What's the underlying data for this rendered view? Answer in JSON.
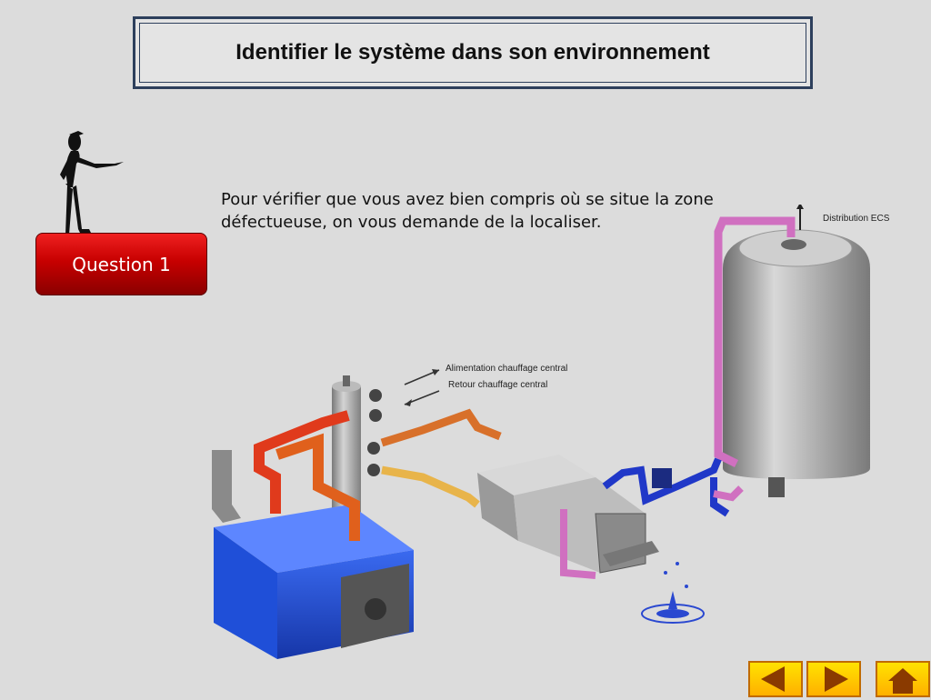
{
  "header": {
    "title": "Identifier le système dans son environnement"
  },
  "question_button": {
    "label": "Question 1"
  },
  "instruction": {
    "text": "Pour vérifier que vous avez bien compris où se situe la zone défectueuse, on vous demande de la localiser."
  },
  "diagram": {
    "labels": {
      "distribution": "Distribution ECS",
      "alimentation": "Alimentation chauffage central",
      "retour": "Retour chauffage central"
    }
  },
  "nav": {
    "prev_icon": "left-arrow-icon",
    "next_icon": "right-arrow-icon",
    "home_icon": "home-icon"
  },
  "colors": {
    "question_red": "#c70000",
    "nav_yellow": "#ffcc00",
    "boiler_blue": "#1f4fd8",
    "hot_pipe": "#e03a1c",
    "ecs_pipe": "#d070c0"
  }
}
